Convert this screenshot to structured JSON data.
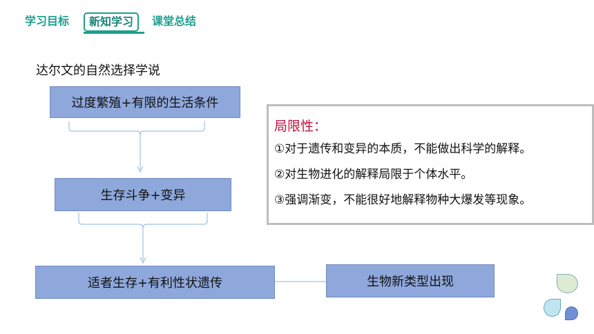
{
  "nav": {
    "tabs": [
      {
        "label": "学习目标"
      },
      {
        "label": "新知学习",
        "active": true
      },
      {
        "label": "课堂总结"
      }
    ]
  },
  "heading": "达尔文的自然选择学说",
  "flow": {
    "box1": "过度繁殖+有限的生活条件",
    "box2": "生存斗争+变异",
    "box3": "适者生存+有利性状遗传",
    "box4": "生物新类型出现"
  },
  "limits": {
    "title": "局限性：",
    "items": [
      "①对于遗传和变异的本质，不能做出科学的解释。",
      "②对生物进化的解释局限于个体水平。",
      "③强调渐变，不能很好地解释物种大爆发等现象。"
    ]
  },
  "colors": {
    "accent": "#1f9e8f",
    "box_fill": "#8fa8dc",
    "limits_title": "#c0103c",
    "connector": "#9cc3e0"
  },
  "icons": [
    "leaf-decoration-icon"
  ]
}
